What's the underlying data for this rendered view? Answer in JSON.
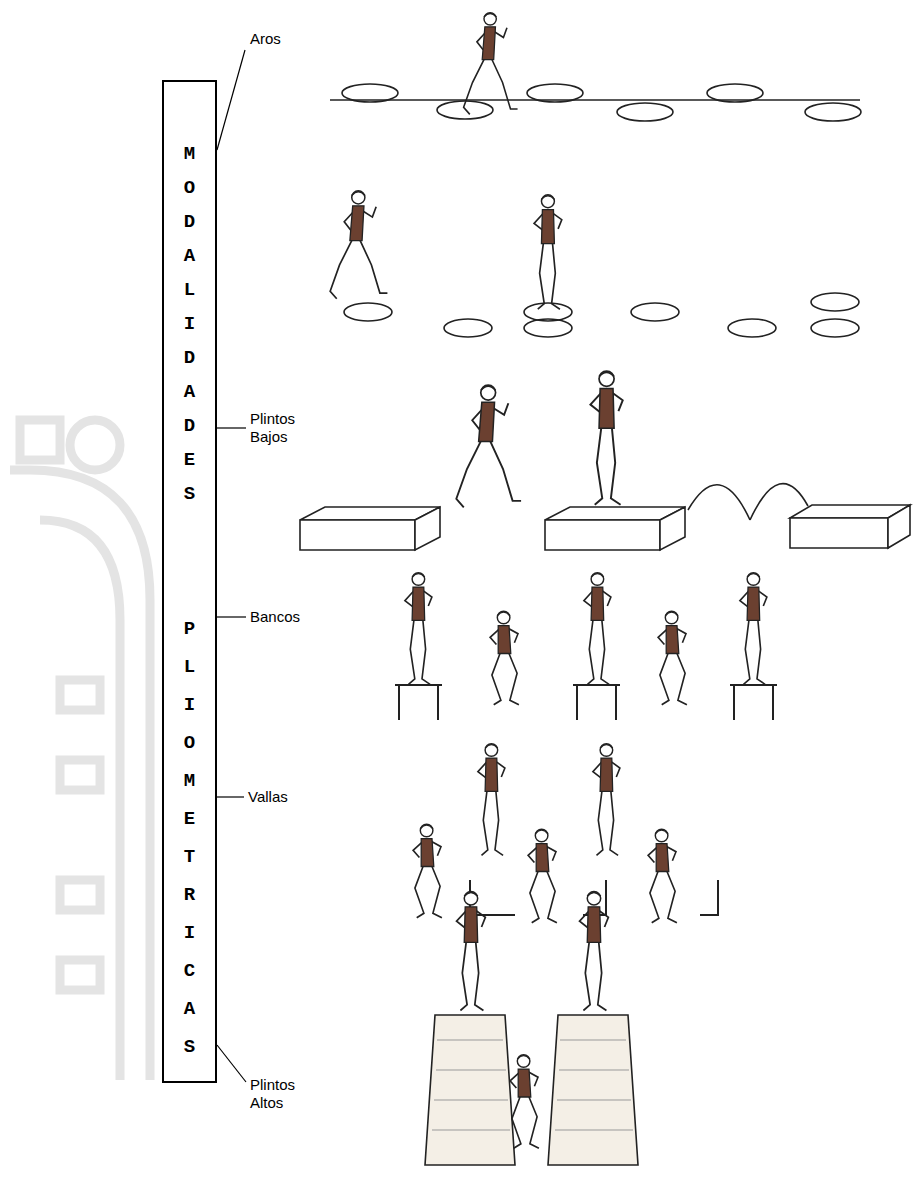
{
  "diagram": {
    "nodes": [
      {
        "text": [
          "MODALIDADES PLIOMETRICAS"
        ]
      }
    ],
    "labels": [
      "Aros",
      "Plintos Bajos",
      "Bancos",
      "Vallas",
      "Plintos Altos"
    ]
  }
}
